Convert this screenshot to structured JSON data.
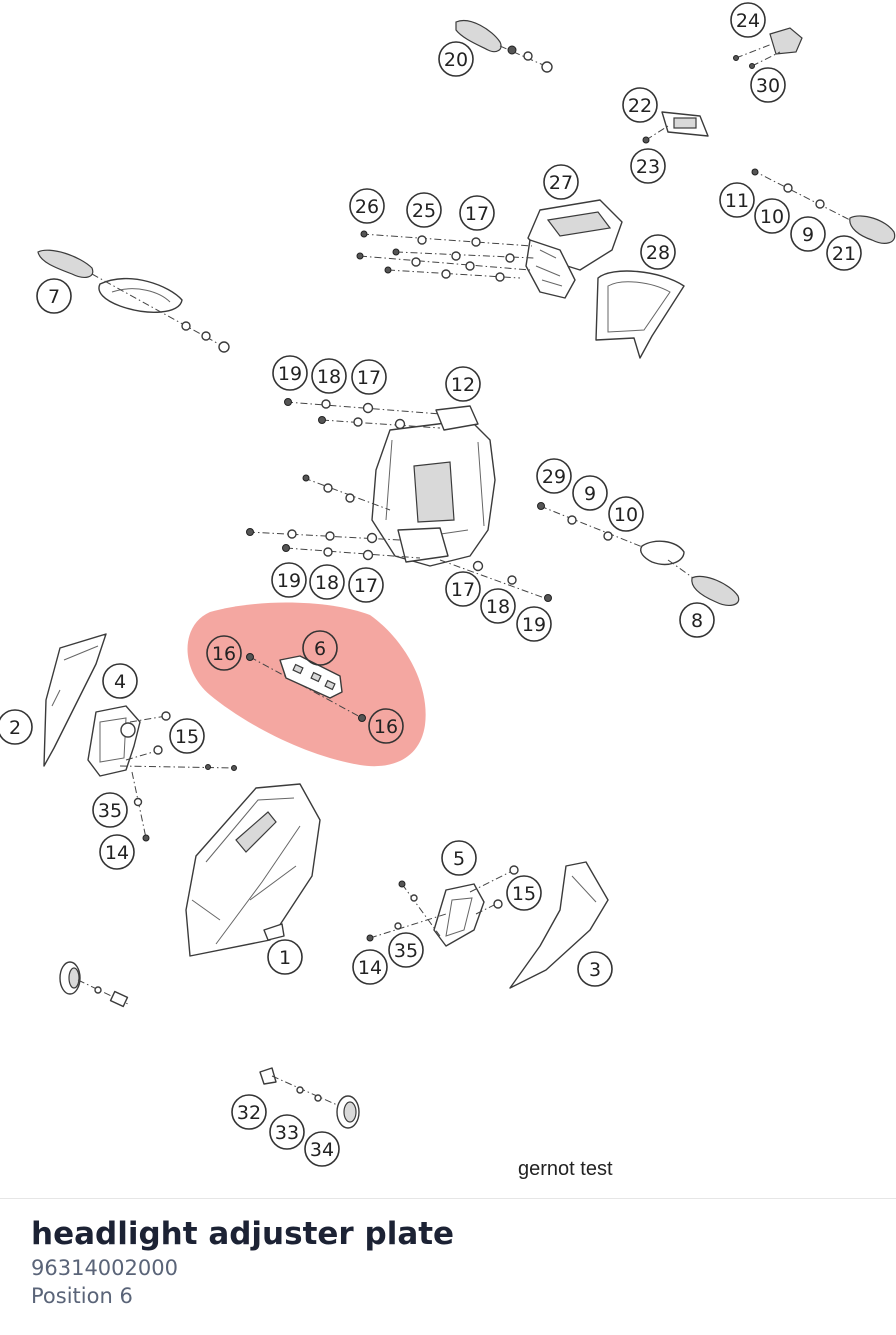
{
  "diagram": {
    "footer_note": "gernot test",
    "highlight_color": "#f08a82",
    "highlighted_position": "6",
    "labels": [
      {
        "id": "l20",
        "text": "20"
      },
      {
        "id": "l24",
        "text": "24"
      },
      {
        "id": "l30",
        "text": "30"
      },
      {
        "id": "l22",
        "text": "22"
      },
      {
        "id": "l23",
        "text": "23"
      },
      {
        "id": "l27",
        "text": "27"
      },
      {
        "id": "l26",
        "text": "26"
      },
      {
        "id": "l25",
        "text": "25"
      },
      {
        "id": "l17a",
        "text": "17"
      },
      {
        "id": "l11",
        "text": "11"
      },
      {
        "id": "l10a",
        "text": "10"
      },
      {
        "id": "l9a",
        "text": "9"
      },
      {
        "id": "l21",
        "text": "21"
      },
      {
        "id": "l28",
        "text": "28"
      },
      {
        "id": "l7",
        "text": "7"
      },
      {
        "id": "l19a",
        "text": "19"
      },
      {
        "id": "l18a",
        "text": "18"
      },
      {
        "id": "l17b",
        "text": "17"
      },
      {
        "id": "l12",
        "text": "12"
      },
      {
        "id": "l29",
        "text": "29"
      },
      {
        "id": "l9b",
        "text": "9"
      },
      {
        "id": "l10b",
        "text": "10"
      },
      {
        "id": "l19b",
        "text": "19"
      },
      {
        "id": "l18b",
        "text": "18"
      },
      {
        "id": "l17c",
        "text": "17"
      },
      {
        "id": "l17d",
        "text": "17"
      },
      {
        "id": "l18c",
        "text": "18"
      },
      {
        "id": "l19c",
        "text": "19"
      },
      {
        "id": "l8",
        "text": "8"
      },
      {
        "id": "l16a",
        "text": "16"
      },
      {
        "id": "l6",
        "text": "6"
      },
      {
        "id": "l16b",
        "text": "16"
      },
      {
        "id": "l4",
        "text": "4"
      },
      {
        "id": "l2",
        "text": "2"
      },
      {
        "id": "l15a",
        "text": "15"
      },
      {
        "id": "l35a",
        "text": "35"
      },
      {
        "id": "l14a",
        "text": "14"
      },
      {
        "id": "l5",
        "text": "5"
      },
      {
        "id": "l15b",
        "text": "15"
      },
      {
        "id": "l1",
        "text": "1"
      },
      {
        "id": "l35b",
        "text": "35"
      },
      {
        "id": "l14b",
        "text": "14"
      },
      {
        "id": "l3",
        "text": "3"
      },
      {
        "id": "l32",
        "text": "32"
      },
      {
        "id": "l33",
        "text": "33"
      },
      {
        "id": "l34",
        "text": "34"
      }
    ]
  },
  "part": {
    "name": "headlight adjuster plate",
    "number": "96314002000",
    "position": "Position 6"
  }
}
